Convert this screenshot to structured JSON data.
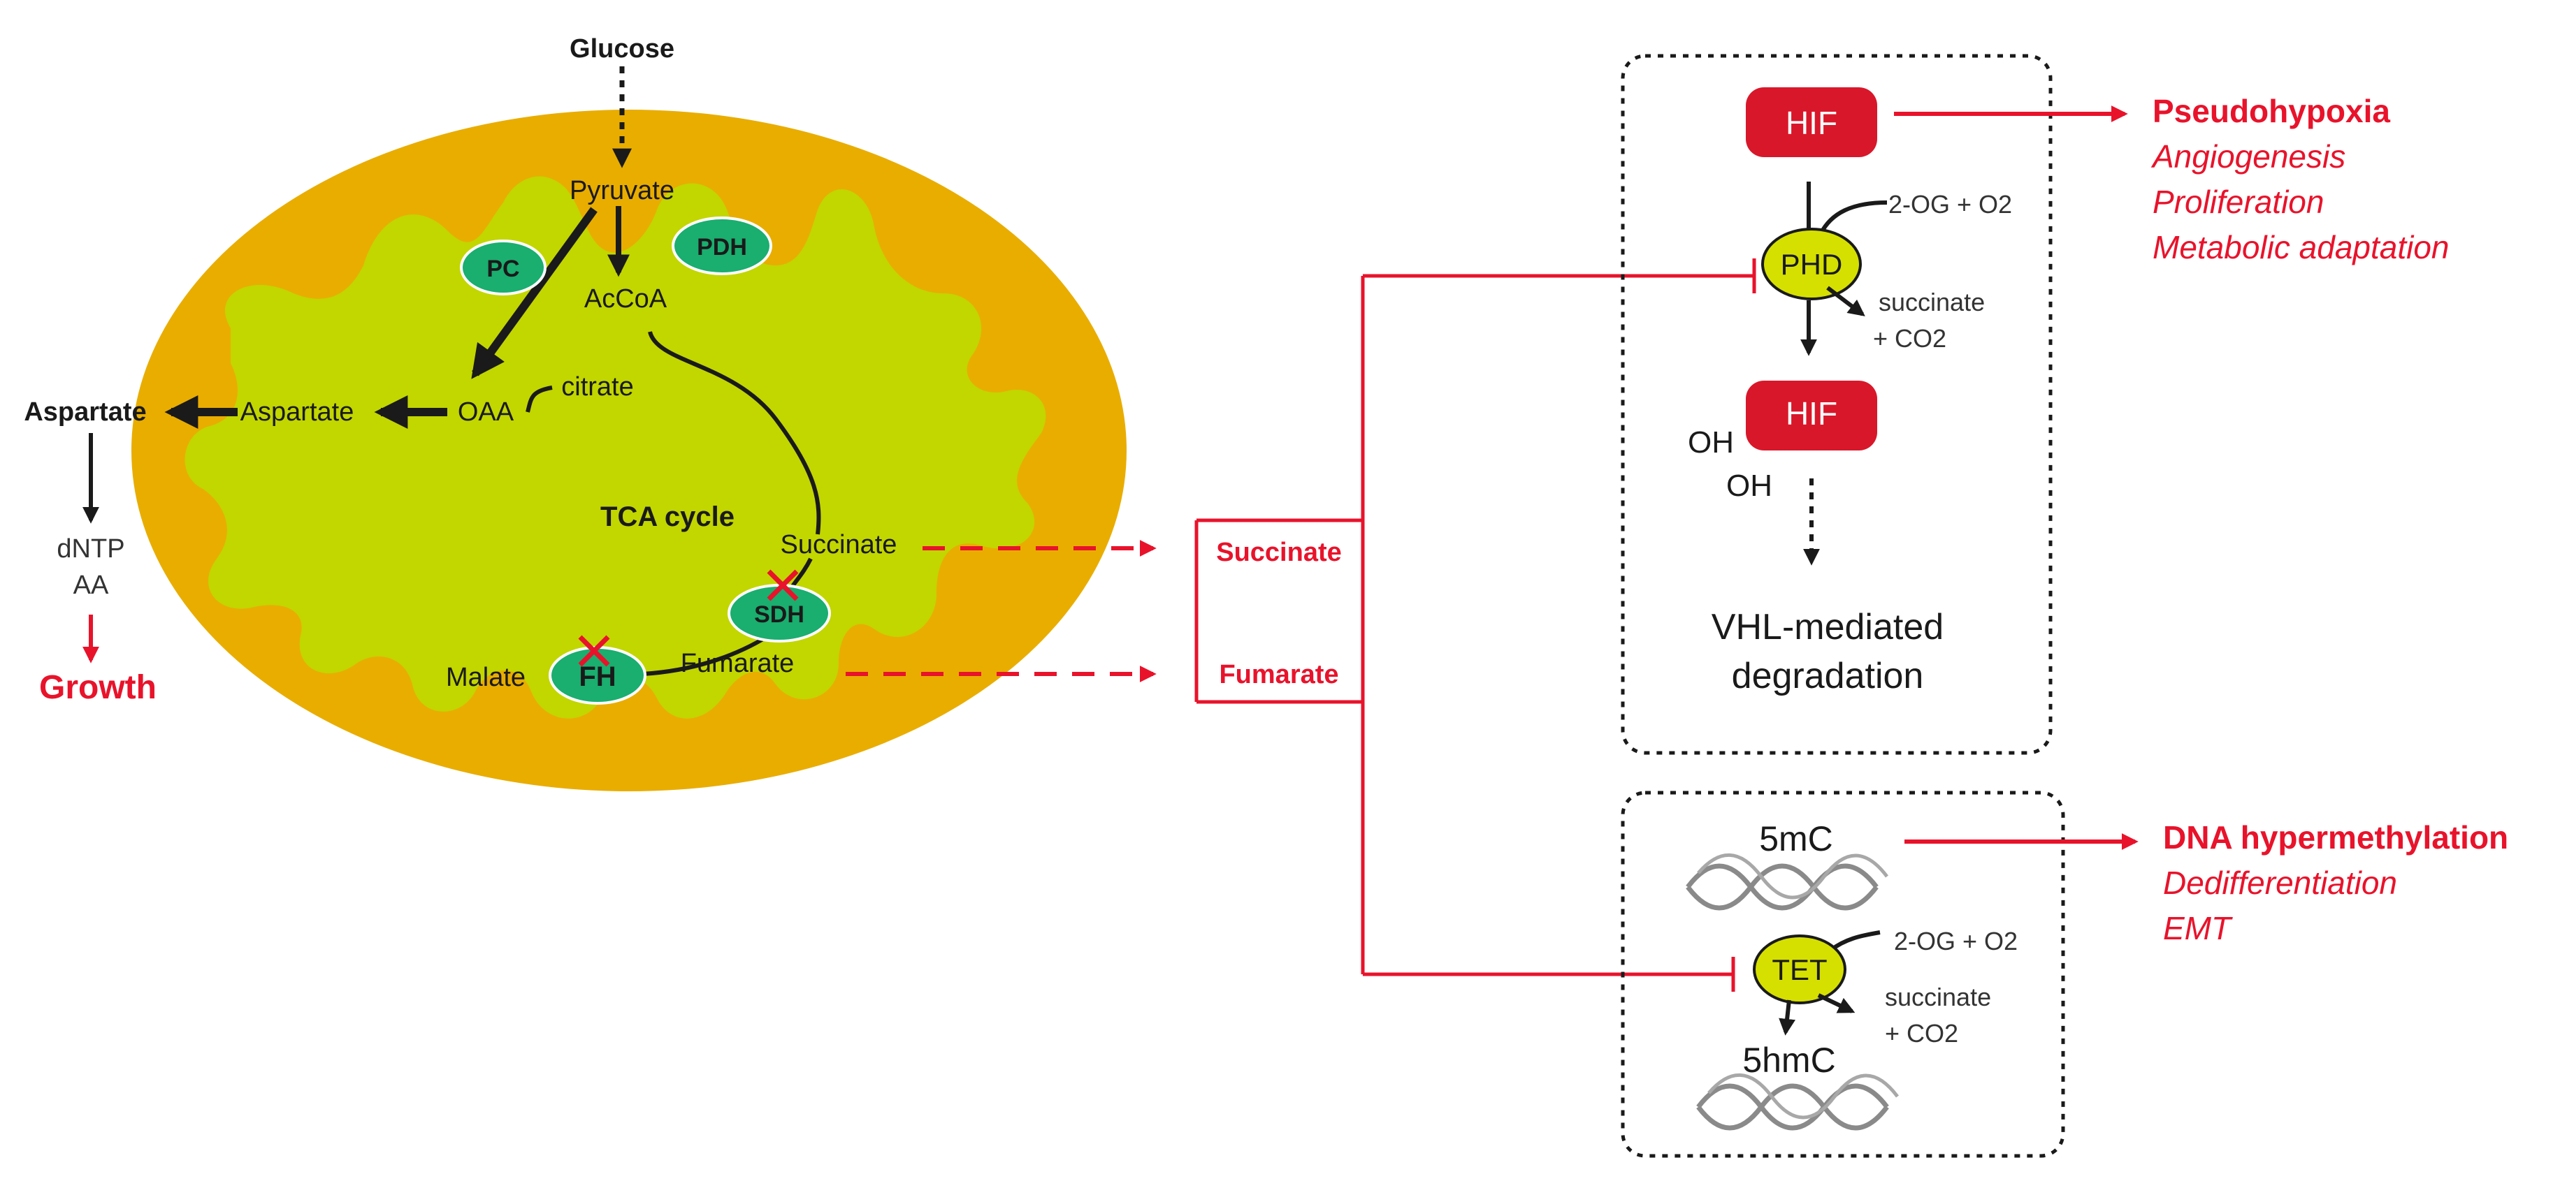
{
  "mito": {
    "glucose": "Glucose",
    "pyruvate": "Pyruvate",
    "pc": "PC",
    "pdh": "PDH",
    "accoa": "AcCoA",
    "citrate": "citrate",
    "oaa": "OAA",
    "aspartate_inner": "Aspartate",
    "aspartate_outer": "Aspartate",
    "dntp": "dNTP",
    "aa": "AA",
    "growth": "Growth",
    "tca": "TCA cycle",
    "succinate": "Succinate",
    "sdh": "SDH",
    "fumarate": "Fumarate",
    "fh": "FH",
    "malate": "Malate"
  },
  "hub": {
    "succinate": "Succinate",
    "fumarate": "Fumarate"
  },
  "hif_box": {
    "hif_top": "HIF",
    "phd": "PHD",
    "cosub_in": "2-OG + O2",
    "cosub_out_1": "succinate",
    "cosub_out_2": "+ CO2",
    "hif_bottom": "HIF",
    "oh1": "OH",
    "oh2": "OH",
    "deg_1": "VHL-mediated",
    "deg_2": "degradation"
  },
  "hif_outcome": {
    "title": "Pseudohypoxia",
    "items": [
      "Angiogenesis",
      "Proliferation",
      "Metabolic adaptation"
    ]
  },
  "tet_box": {
    "mc5": "5mC",
    "tet": "TET",
    "cosub_in": "2-OG + O2",
    "cosub_out_1": "succinate",
    "cosub_out_2": "+ CO2",
    "hmc5": "5hmC"
  },
  "tet_outcome": {
    "title": "DNA hypermethylation",
    "items": [
      "Dedifferentiation",
      "EMT"
    ]
  },
  "colors": {
    "red": "#e8132b",
    "mito_outer": "#e9ad00",
    "mito_inner": "#c2d600",
    "enzyme_green": "#1aae6f",
    "phd_yellow": "#d6e000",
    "hif_red": "#d9172a",
    "dna_grey": "#8a8a8a"
  }
}
